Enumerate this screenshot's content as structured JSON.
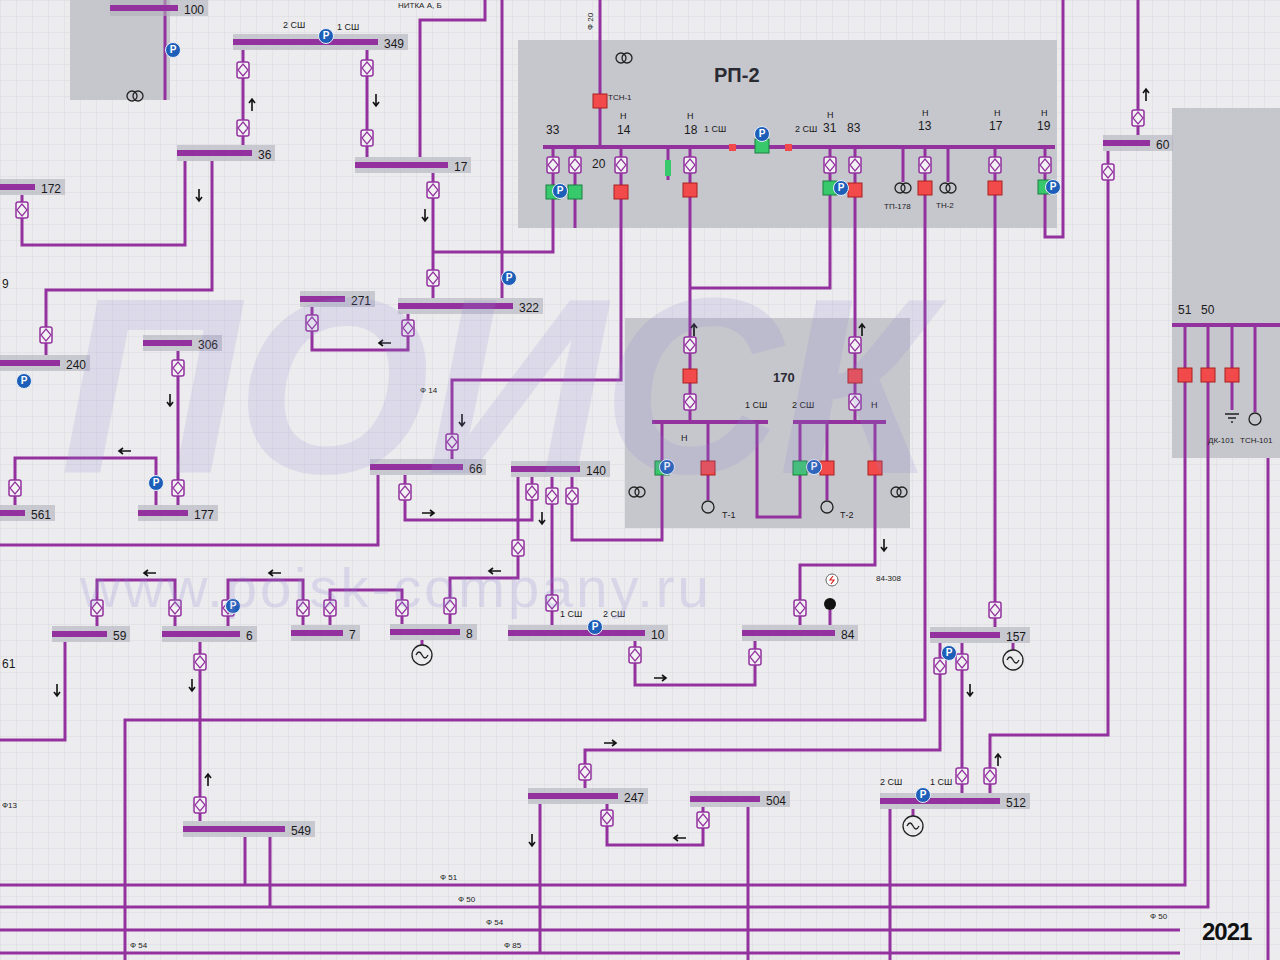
{
  "diagram": {
    "nodes": [
      {
        "text": [
          "РП-2"
        ]
      },
      {
        "text": [
          "170"
        ]
      },
      {
        "text": [
          "100"
        ]
      },
      {
        "text": [
          "349"
        ]
      },
      {
        "text": [
          "36"
        ]
      },
      {
        "text": [
          "17"
        ]
      },
      {
        "text": [
          "172"
        ]
      },
      {
        "text": [
          "271"
        ]
      },
      {
        "text": [
          "322"
        ]
      },
      {
        "text": [
          "240"
        ]
      },
      {
        "text": [
          "306"
        ]
      },
      {
        "text": [
          "66"
        ]
      },
      {
        "text": [
          "140"
        ]
      },
      {
        "text": [
          "561"
        ]
      },
      {
        "text": [
          "177"
        ]
      },
      {
        "text": [
          "59"
        ]
      },
      {
        "text": [
          "6"
        ]
      },
      {
        "text": [
          "7"
        ]
      },
      {
        "text": [
          "8"
        ]
      },
      {
        "text": [
          "10"
        ]
      },
      {
        "text": [
          "84"
        ]
      },
      {
        "text": [
          "157"
        ]
      },
      {
        "text": [
          "549"
        ]
      },
      {
        "text": [
          "247"
        ]
      },
      {
        "text": [
          "504"
        ]
      },
      {
        "text": [
          "512"
        ]
      },
      {
        "text": [
          "60"
        ]
      }
    ],
    "edges": [
      {
        "from": 4,
        "to": 3,
        "arrow": "none"
      },
      {
        "from": 3,
        "to": 5,
        "arrow": "none"
      },
      {
        "from": 5,
        "to": 8,
        "arrow": "none"
      },
      {
        "from": 4,
        "to": 6,
        "arrow": "none"
      },
      {
        "from": 4,
        "to": 9,
        "arrow": "none"
      },
      {
        "from": 7,
        "to": 8,
        "arrow": "none"
      },
      {
        "from": 0,
        "to": 11,
        "arrow": "none"
      },
      {
        "from": 11,
        "to": 12,
        "arrow": "none"
      },
      {
        "from": 12,
        "to": 19,
        "arrow": "none"
      },
      {
        "from": 12,
        "to": 1,
        "arrow": "none"
      },
      {
        "from": 12,
        "to": 18,
        "arrow": "none"
      },
      {
        "from": 18,
        "to": 17,
        "arrow": "none"
      },
      {
        "from": 17,
        "to": 16,
        "arrow": "none"
      },
      {
        "from": 16,
        "to": 15,
        "arrow": "none"
      },
      {
        "from": 16,
        "to": 22,
        "arrow": "none"
      },
      {
        "from": 19,
        "to": 20,
        "arrow": "none"
      },
      {
        "from": 1,
        "to": 20,
        "arrow": "none"
      },
      {
        "from": 0,
        "to": 1,
        "arrow": "none"
      },
      {
        "from": 0,
        "to": 1,
        "arrow": "none"
      },
      {
        "from": 0,
        "to": 21,
        "arrow": "none"
      },
      {
        "from": 21,
        "to": 25,
        "arrow": "none"
      },
      {
        "from": 21,
        "to": 23,
        "arrow": "none"
      },
      {
        "from": 23,
        "to": 24,
        "arrow": "none"
      },
      {
        "from": 25,
        "to": 26,
        "arrow": "none"
      },
      {
        "from": 14,
        "to": 10,
        "arrow": "none"
      },
      {
        "from": 14,
        "to": 13,
        "arrow": "none"
      }
    ],
    "labels": [
      "ТСН-1",
      "33",
      "Н",
      "14",
      "Н",
      "18",
      "1 СШ",
      "2 СШ",
      "Н",
      "31",
      "83",
      "Н",
      "13",
      "Н",
      "17",
      "Н",
      "19",
      "20",
      "ТП-178",
      "ТН-2",
      "2 СШ",
      "1 СШ",
      "1 СШ",
      "2 СШ",
      "Н",
      "Н",
      "Т-1",
      "Т-2",
      "1 СШ",
      "2 СШ",
      "84-308",
      "Ф 14",
      "2 СШ",
      "1 СШ",
      "51",
      "50",
      "ДК-101",
      "ТСН-101",
      "9",
      "61",
      "Ф13",
      "Ф 20",
      "НИТКА А, Б",
      "Ф 51",
      "Ф 50",
      "Ф 54",
      "Ф 85",
      "Ф 54",
      "Ф 50",
      "P",
      "P",
      "P",
      "P",
      "P",
      "P",
      "P",
      "P",
      "P",
      "P",
      "P",
      "P",
      "P",
      "P",
      "P",
      "ПОИСК",
      "www.poisk-company.ru",
      "2021"
    ]
  }
}
